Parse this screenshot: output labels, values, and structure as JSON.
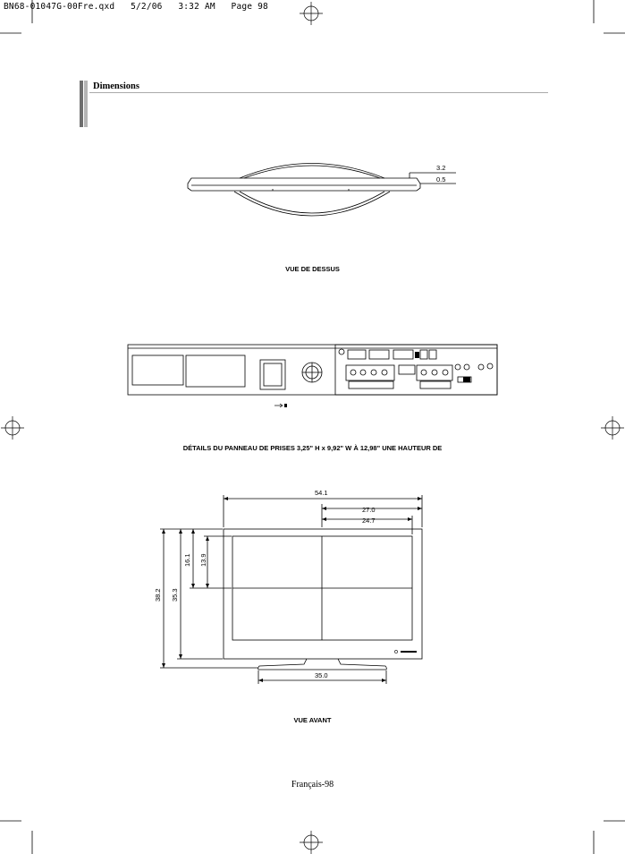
{
  "slug": "BN68-01047G-00Fre.qxd   5/2/06   3:32 AM   Page 98",
  "section": {
    "title": "Dimensions"
  },
  "top_view": {
    "caption": "VUE DE DESSUS",
    "dim_depth": "3.2",
    "dim_thin": "0.5"
  },
  "jack_panel": {
    "caption": "DÉTAILS DU PANNEAU DE PRISES 3,25\" H x 9,92\" W À 12,98\" UNE HAUTEUR DE"
  },
  "front_view": {
    "caption": "VUE AVANT",
    "dim_total_width": "54.1",
    "dim_half_width": "27.0",
    "dim_screen_half_width": "24.7",
    "dim_total_height": "38.2",
    "dim_body_height": "35.3",
    "dim_half_height": "16.1",
    "dim_screen_half_height": "13.9",
    "dim_stand_width": "35.0"
  },
  "footer": {
    "page_label": "Français-98"
  }
}
